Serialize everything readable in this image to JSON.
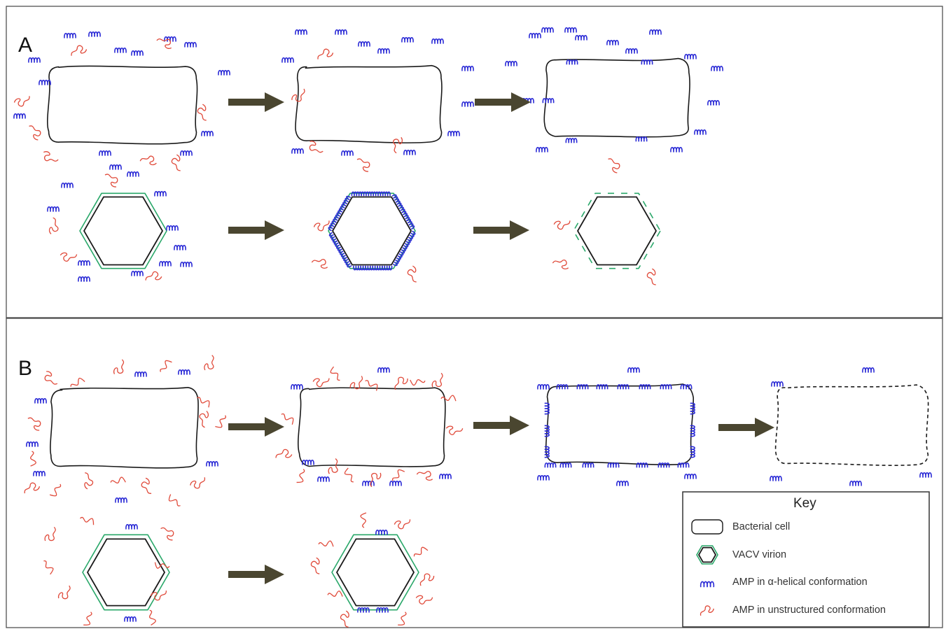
{
  "panels": {
    "a_label": "A",
    "b_label": "B"
  },
  "key": {
    "title": "Key",
    "items": [
      {
        "label": "Bacterial cell",
        "icon": "bacterial-cell-icon"
      },
      {
        "label": "VACV virion",
        "icon": "vacv-virion-icon"
      },
      {
        "label": "AMP in α-helical conformation",
        "icon": "helical-amp-icon"
      },
      {
        "label": "AMP in unstructured conformation",
        "icon": "unstructured-amp-icon"
      }
    ]
  },
  "colors": {
    "helix": "#2b2bd6",
    "coil": "#e04a3a",
    "virion_envelope": "#2aa86a",
    "arrow": "#4a4630",
    "outline": "#1a1a1a"
  }
}
